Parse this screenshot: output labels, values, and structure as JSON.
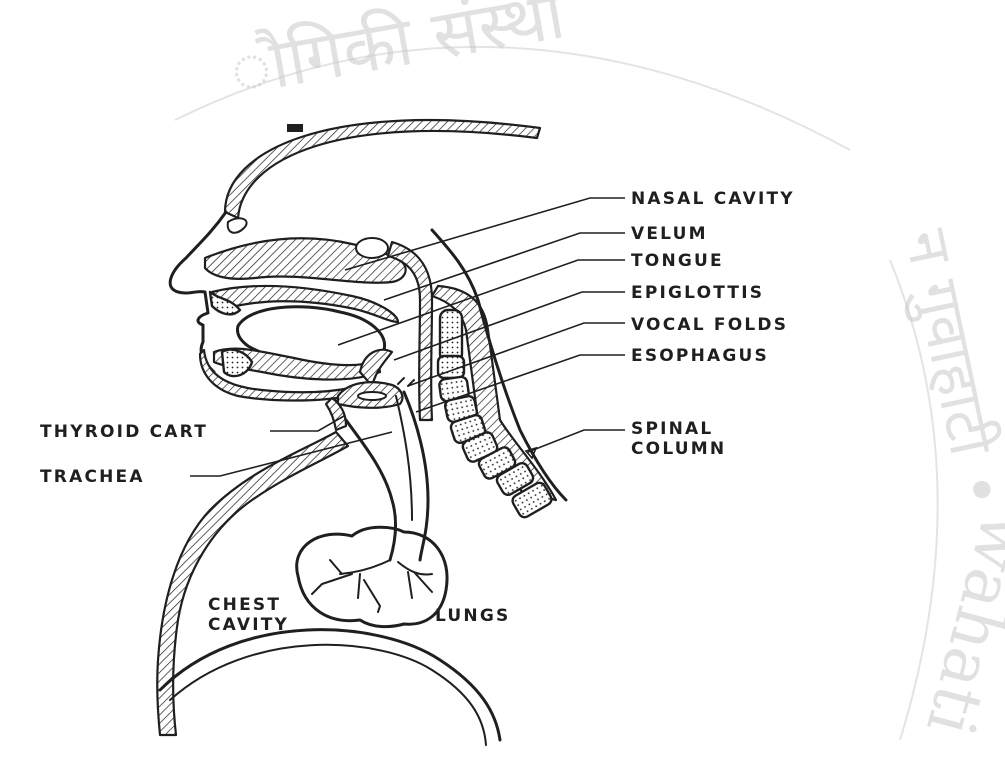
{
  "labels": {
    "nasal_cavity": "NASAL CAVITY",
    "velum": "VELUM",
    "tongue": "TONGUE",
    "epiglottis": "EPIGLOTTIS",
    "vocal_folds": "VOCAL FOLDS",
    "esophagus": "ESOPHAGUS",
    "spinal_line1": "SPINAL",
    "spinal_line2": "COLUMN",
    "thyroid_cart": "THYROID CART",
    "trachea": "TRACHEA",
    "chest_line1": "CHEST",
    "chest_line2": "CAVITY",
    "lungs": "LUNGS"
  },
  "watermark": {
    "devanagari_top": "ौगिकी संस्था",
    "devanagari_right": "न गुवाहाटी •",
    "latin_right": "wahati"
  }
}
